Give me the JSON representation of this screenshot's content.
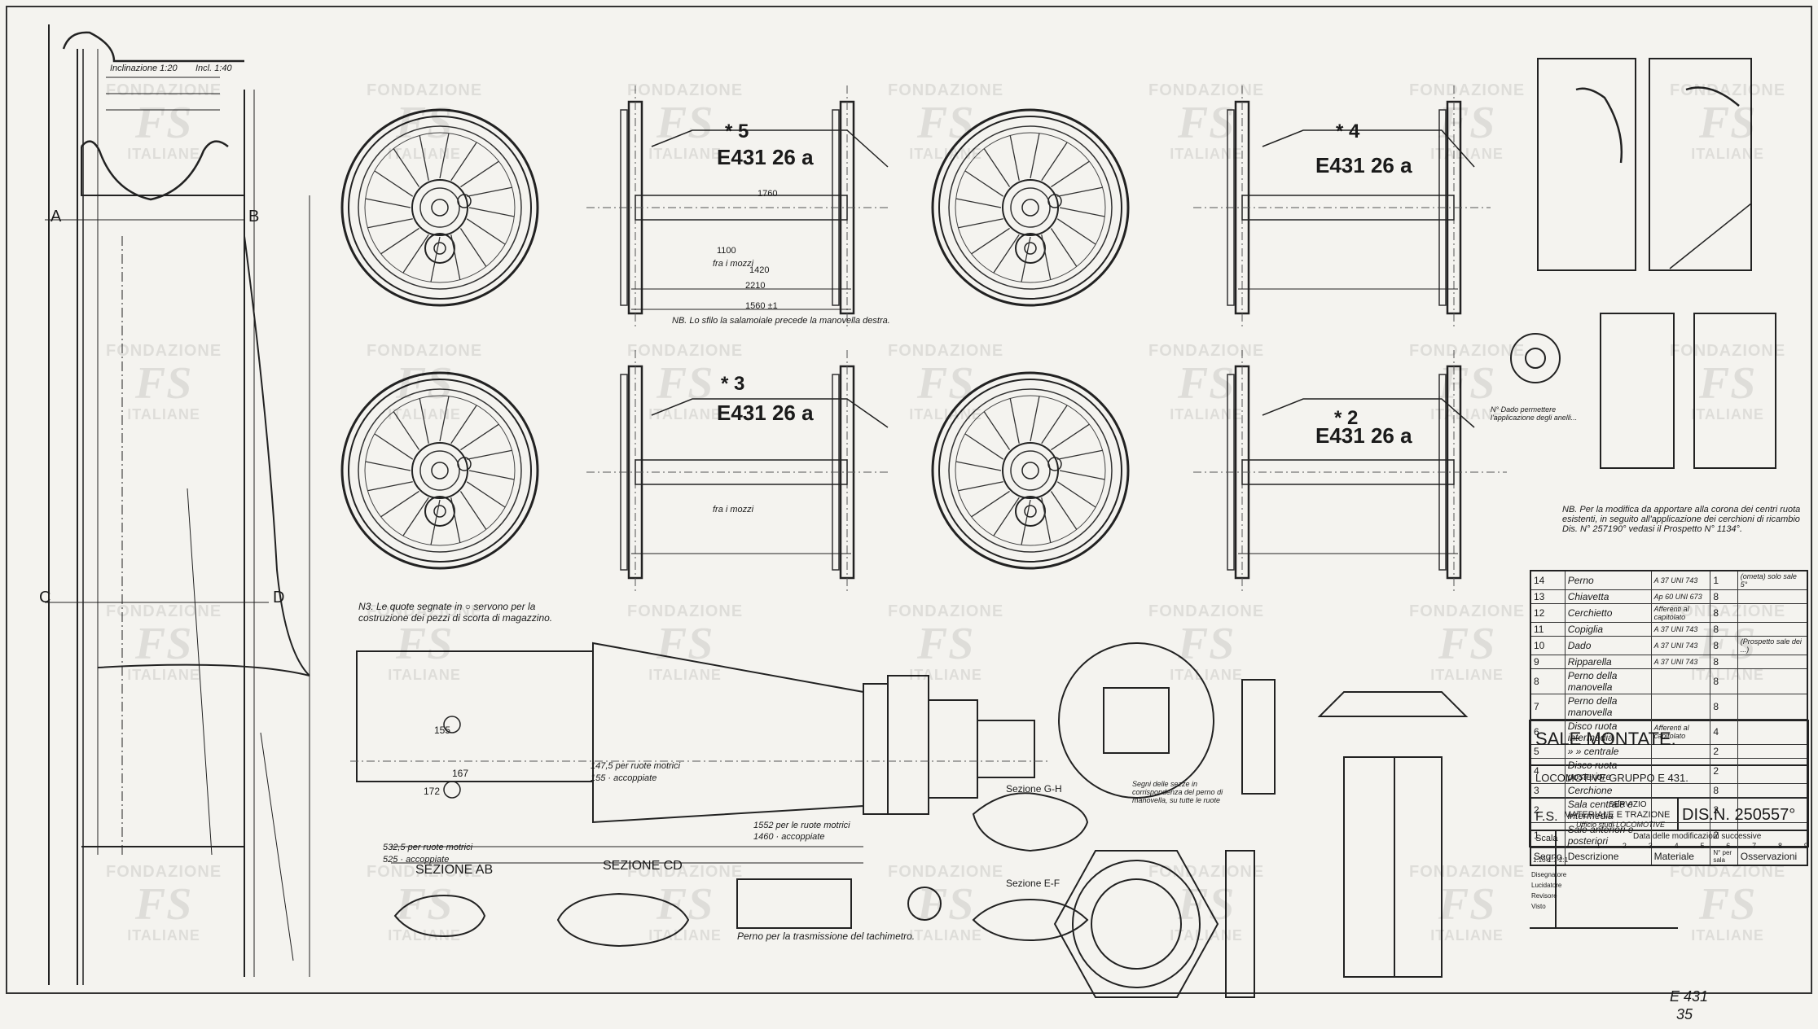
{
  "drawing": {
    "title": "SALE MONTATE.",
    "subtitle": "LOCOMOTIVE GRUPPO E 431.",
    "service_lines": [
      "SERVIZIO",
      "MATERIALE E TRAZIONE",
      "Ufficio studi LOCOMOTIVE"
    ],
    "org": "F.S.",
    "dis_number": "DIS.N. 250557°",
    "scale_label": "Scala",
    "scale_value": "1:10-1:1-2:1",
    "date_label": "Data delle modificazioni successive",
    "mod_columns": [
      "1",
      "2",
      "3",
      "4",
      "5",
      "6",
      "7",
      "8",
      "9"
    ],
    "sign_rows": [
      "Disegnatore",
      "Lucidatore",
      "Revisore",
      "Visto"
    ],
    "corner_ref": "E 431",
    "corner_num": "35"
  },
  "wheelsets": [
    {
      "mark": "* 5",
      "code": "E431 26 a"
    },
    {
      "mark": "* 4",
      "code": "E431 26 a"
    },
    {
      "mark": "* 3",
      "code": "E431 26 a"
    },
    {
      "mark": "* 2",
      "code": "E431 26 a"
    }
  ],
  "notes": {
    "nb_side": "NB. Lo sfilo la salamoiale precede la manovella destra.",
    "nb_main": "N3. Le quote segnate in ○ servono per la costruzione dei pezzi di scorta di magazzino.",
    "nb_modifica": "NB. Per la modifica da apportare alla corona dei centri ruota esistenti, in seguito all'applicazione dei cerchioni di ricambio Dis. N° 257190° vedasi il Prospetto N° 1134°.",
    "nb_circle": "N° Dado permettere l'applicazione degli anelli...",
    "perno_note": "Perno per la trasmissione del tachimetro."
  },
  "labels": {
    "inclinazione": "Inclinazione 1:20",
    "incl_val": "Incl. 1:40",
    "sezione_ab": "SEZIONE AB",
    "sezione_cd": "SEZIONE CD",
    "sezione_gh": "Sezione G-H",
    "sezione_ef": "Sezione E-F",
    "fra_mozzi": "fra i mozzi",
    "ruote_motrici_1": "147,5 per ruote motrici",
    "accoppiate_1": "155 · accoppiate",
    "ruote_motrici_2": "1552 per le ruote motrici",
    "accoppiate_2": "1460 · accoppiate",
    "ruote_motrici_3": "532,5 per ruote motrici",
    "accoppiate_3": "525 · accoppiate",
    "segni_note": "Segni delle sezze in corrispondenza del perno di manovella, su tutte le ruote",
    "side_A": "A",
    "side_B": "B",
    "side_C": "C",
    "side_D": "D",
    "dim_155": "155",
    "dim_172": "172",
    "dim_167": "167",
    "dim_1760": "1760",
    "dim_1100": "1100",
    "dim_1420": "1420",
    "dim_2210": "2210",
    "dim_1560": "1560 ±1"
  },
  "parts_table": {
    "headers": [
      "Segno",
      "Descrizione",
      "Materiale",
      "N° per sala",
      "Osservazioni"
    ],
    "rows": [
      {
        "n": "14",
        "desc": "Perno",
        "mat": "A 37 UNI 743",
        "q": "1",
        "obs": "(ometa) solo sale 5°"
      },
      {
        "n": "13",
        "desc": "Chiavetta",
        "mat": "Ap 60 UNI 673",
        "q": "8",
        "obs": ""
      },
      {
        "n": "12",
        "desc": "Cerchietto",
        "mat": "Afferenti al capitolato",
        "q": "8",
        "obs": ""
      },
      {
        "n": "11",
        "desc": "Copiglia",
        "mat": "A 37 UNI 743",
        "q": "8",
        "obs": ""
      },
      {
        "n": "10",
        "desc": "Dado",
        "mat": "A 37 UNI 743",
        "q": "8",
        "obs": "(Prospetto sale dei ...)"
      },
      {
        "n": "9",
        "desc": "Ripparella",
        "mat": "A 37 UNI 743",
        "q": "8",
        "obs": ""
      },
      {
        "n": "8",
        "desc": "Perno della manovella",
        "mat": "",
        "q": "8",
        "obs": ""
      },
      {
        "n": "7",
        "desc": "Perno della manovella",
        "mat": "",
        "q": "8",
        "obs": ""
      },
      {
        "n": "6",
        "desc": "Disco ruota intermedia",
        "mat": "Afferenti al capitolato",
        "q": "4",
        "obs": ""
      },
      {
        "n": "5",
        "desc": "» » centrale",
        "mat": "",
        "q": "2",
        "obs": ""
      },
      {
        "n": "4",
        "desc": "Disco ruota posteriore",
        "mat": "",
        "q": "2",
        "obs": ""
      },
      {
        "n": "3",
        "desc": "Cerchione",
        "mat": "",
        "q": "8",
        "obs": ""
      },
      {
        "n": "2",
        "desc": "Sala centrale e intermedia",
        "mat": "",
        "q": "2",
        "obs": ""
      },
      {
        "n": "1",
        "desc": "Sale anteriori e posteriori",
        "mat": "",
        "q": "2",
        "obs": ""
      }
    ]
  },
  "watermark": {
    "top": "FONDAZIONE",
    "mid": "FS",
    "bottom": "ITALIANE"
  }
}
